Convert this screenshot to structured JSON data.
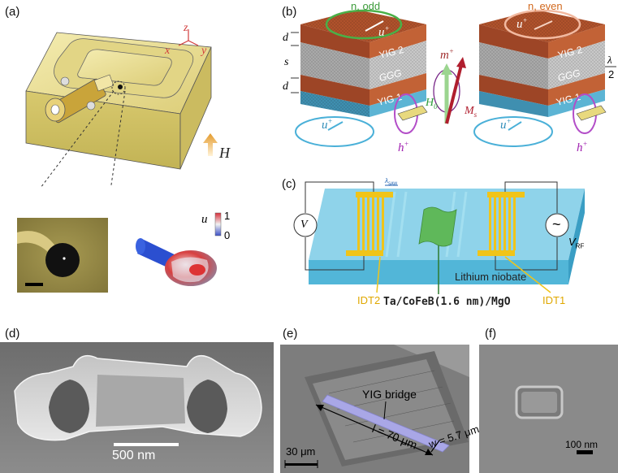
{
  "panels": {
    "a": {
      "label": "(a)",
      "axis_z": "z",
      "axis_x": "x",
      "axis_y": "y",
      "field_label": "H",
      "colorbar_title": "u",
      "colorbar_max": "1",
      "colorbar_min": "0"
    },
    "b": {
      "label": "(b)",
      "mode_odd": "n, odd",
      "mode_even": "n, even",
      "layer_top": "YIG 2",
      "layer_mid": "GGG",
      "layer_bottom": "YIG 1",
      "dim_d_top": "d",
      "dim_s": "s",
      "dim_d_bottom": "d",
      "u_plus": "u",
      "u_plus_sup": "+",
      "h_plus": "h",
      "m_plus": "m",
      "H0": "H",
      "H0_sub": "0",
      "Ms": "M",
      "Ms_sub": "s",
      "lambda": "λ",
      "half": "2"
    },
    "c": {
      "label": "(c)",
      "voltage": "V",
      "vrf": "V",
      "vrf_sub": "RF",
      "substrate": "Lithium niobate",
      "idt2": "IDT2",
      "idt1": "IDT1",
      "film": "Ta/CoFeB(1.6 nm)/MgO",
      "lambda_saw": "λ",
      "lambda_saw_sub": "SAW",
      "ac_symbol": "~"
    },
    "d": {
      "label": "(d)",
      "scale": "500 nm"
    },
    "e": {
      "label": "(e)",
      "bridge": "YIG bridge",
      "length": "l = 70 μm",
      "width": "w = 5.7 μm",
      "scale": "30 μm"
    },
    "f": {
      "label": "(f)",
      "scale": "100 nm"
    }
  },
  "colors": {
    "gold": "#e8dc8c",
    "yig": "#b5532e",
    "ggg": "#b9b9b9",
    "teal": "#4aa5c4",
    "green": "#2e9b3a",
    "orange": "#d2691e",
    "magenta": "#a020b0",
    "idt": "#f0c419",
    "lithium": "#8fd3ea"
  }
}
